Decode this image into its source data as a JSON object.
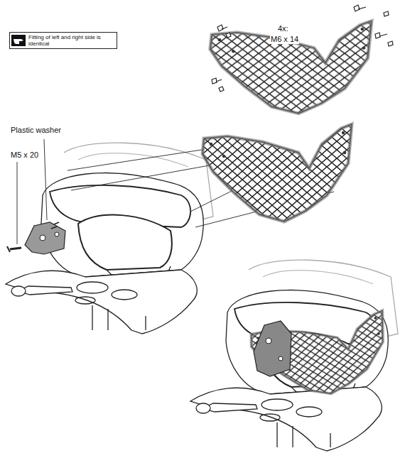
{
  "diagram": {
    "nodes": [
      {
        "text": [
          "Fitting of left and right side is identical"
        ]
      }
    ],
    "labels": [
      "4x:",
      "M6 x 14",
      "Plastic washer",
      "M5 x 20"
    ]
  }
}
